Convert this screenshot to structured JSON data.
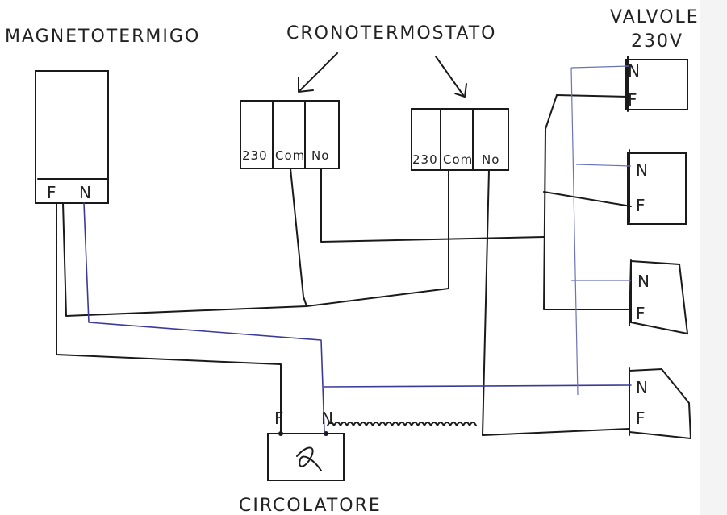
{
  "labels": {
    "breaker": "MAGNETOTERMIGO",
    "chrono": "CRONOTERMOSTATO",
    "valves_line1": "VALVOLE",
    "valves_line2": "230V",
    "pump": "CIRCOLATORE"
  },
  "breaker_terminals": {
    "phase": "F",
    "neutral": "N"
  },
  "thermostat_terminals": [
    "230",
    "Com",
    "No"
  ],
  "valve_terminals": {
    "neutral": "N",
    "phase": "F"
  },
  "pump_terminals": {
    "phase": "F",
    "neutral": "N"
  },
  "colors": {
    "line": "#1a1a1a",
    "neutral": "#3a3a9a"
  }
}
